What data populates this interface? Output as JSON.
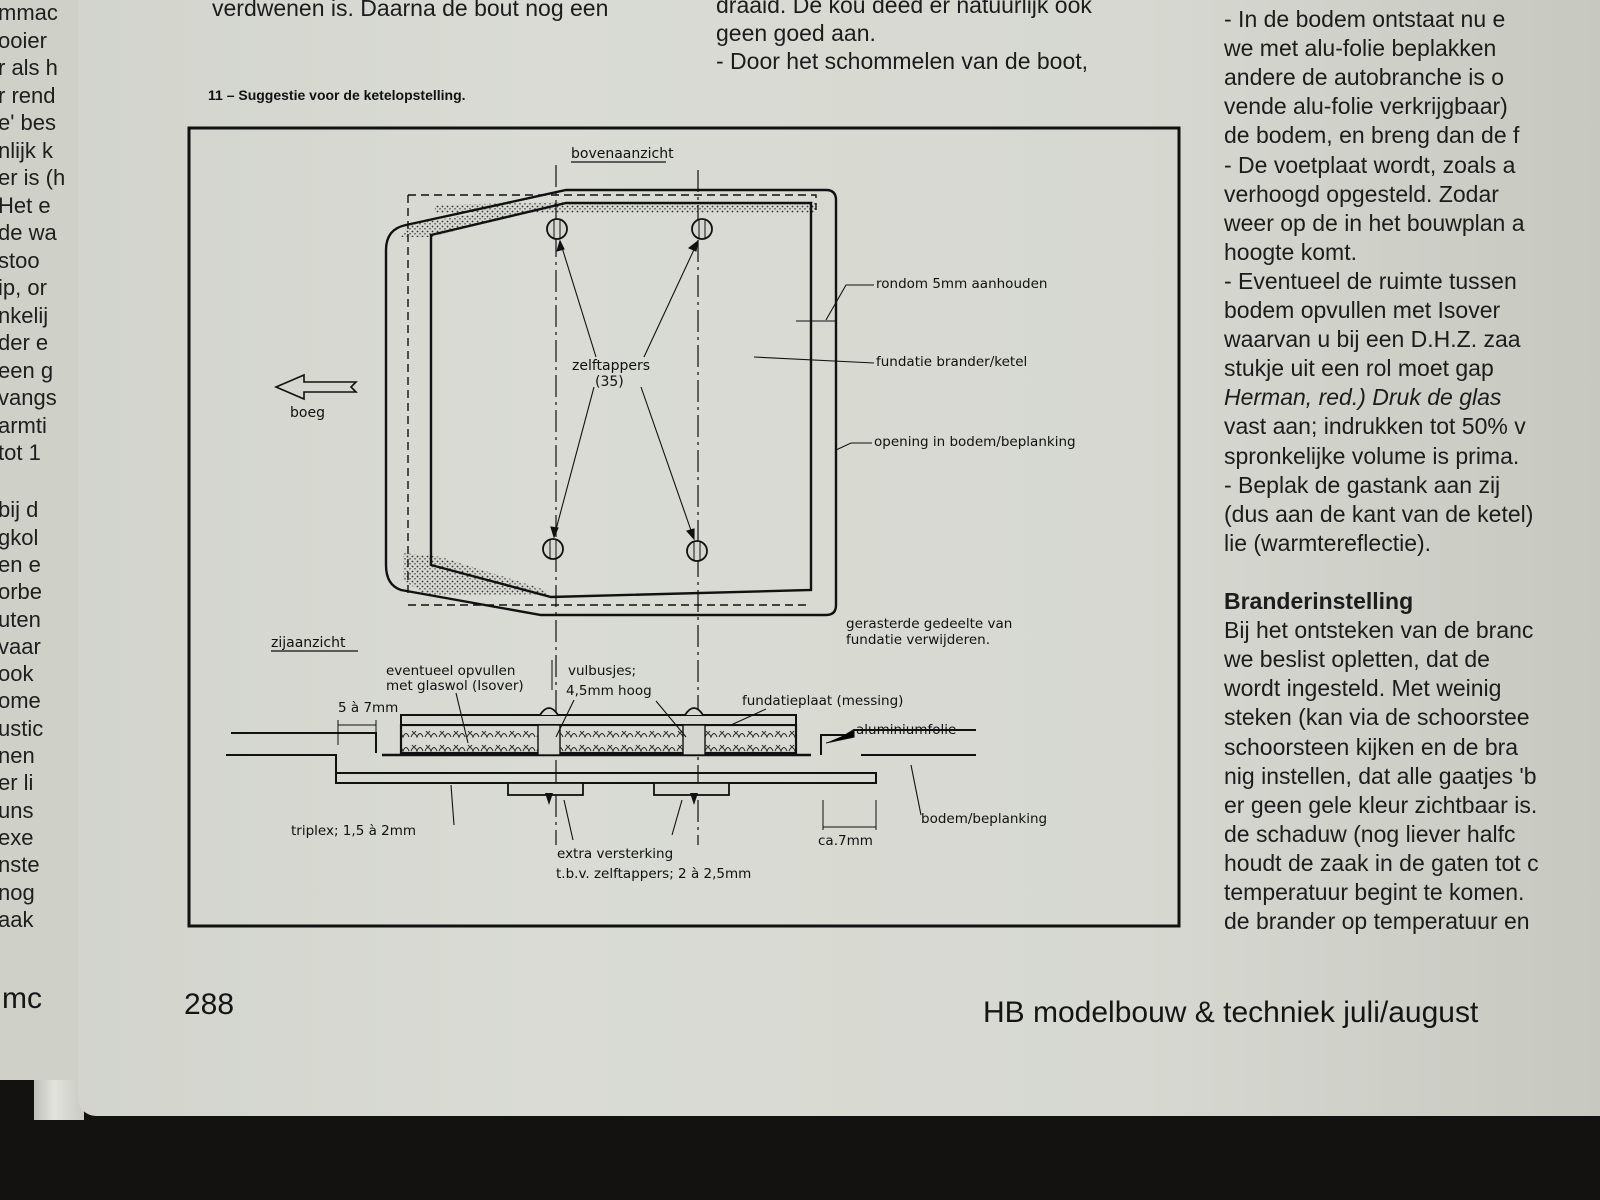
{
  "prev_page_lines": [
    "mmac",
    "ooier",
    "r als h",
    "r rend",
    "e' bes",
    "nlijk k",
    "er is (h",
    "Het e",
    "de wa",
    "stoo",
    "ip, or",
    "nkelij",
    "der e",
    "een g",
    "vangs",
    "armti",
    "tot 1",
    "",
    "bij d",
    "gkol",
    "en e",
    "orbe",
    "uten",
    "vaar",
    "ook",
    "ome",
    "ustic",
    "nen",
    "er li",
    "uns",
    "exe",
    "nste",
    "nog",
    "aak"
  ],
  "prev_page_number": "mc",
  "col_left_top": "verdwenen is. Daarna de bout nog een",
  "col_mid_lines": [
    "draaid. De kou deed er natuurlijk ook",
    "geen goed aan.",
    "- Door het schommelen van de boot,"
  ],
  "col_right_lines": [
    {
      "t": "- In de bodem ontstaat nu e"
    },
    {
      "t": "we met alu-folie beplakken"
    },
    {
      "t": "andere de autobranche is o"
    },
    {
      "t": "vende alu-folie verkrijgbaar)"
    },
    {
      "t": "de bodem, en breng dan de f"
    },
    {
      "t": "- De voetplaat wordt, zoals a"
    },
    {
      "t": "verhoogd opgesteld. Zodar"
    },
    {
      "t": "weer op de in het bouwplan a"
    },
    {
      "t": "hoogte komt."
    },
    {
      "t": "- Eventueel de ruimte tussen"
    },
    {
      "t": "bodem opvullen met Isover"
    },
    {
      "t": "waarvan u bij een D.H.Z. zaa"
    },
    {
      "t": "stukje uit een rol moet gap"
    },
    {
      "t": "Herman, red.) Druk de glas",
      "i": true
    },
    {
      "t": "vast aan; indrukken tot 50% v"
    },
    {
      "t": "spronkelijke volume is prima."
    },
    {
      "t": "- Beplak de gastank aan zij"
    },
    {
      "t": "(dus aan de kant van de ketel)"
    },
    {
      "t": "lie (warmtereflectie)."
    },
    {
      "t": ""
    },
    {
      "t": "Branderinstelling",
      "b": true
    },
    {
      "t": "Bij het ontsteken van de branc"
    },
    {
      "t": "we beslist opletten, dat de"
    },
    {
      "t": "wordt ingesteld. Met weinig"
    },
    {
      "t": "steken (kan via de schoorstee"
    },
    {
      "t": "schoorsteen kijken en de bra"
    },
    {
      "t": "nig instellen, dat alle gaatjes 'b"
    },
    {
      "t": "er geen gele kleur zichtbaar is."
    },
    {
      "t": "de schaduw (nog liever halfc"
    },
    {
      "t": "houdt de zaak in de gaten tot c"
    },
    {
      "t": "temperatuur begint te komen."
    },
    {
      "t": "de brander op temperatuur en"
    }
  ],
  "figure": {
    "caption": "11 – Suggestie voor de ketelopstelling.",
    "top_view_label": "bovenaanzicht",
    "side_view_label": "zijaanzicht",
    "bow_label": "boeg",
    "screws_label_1": "zelftappers",
    "screws_label_2": "(35)",
    "margin_label": "rondom 5mm aanhouden",
    "base_label": "fundatie brander/ketel",
    "opening_label": "opening in bodem/beplanking",
    "hatched_label_1": "gerasterde gedeelte van",
    "hatched_label_2": "fundatie verwijderen.",
    "fill_label_1": "eventueel opvullen",
    "fill_label_2": "met glaswol (Isover)",
    "bushes_label_1": "vulbusjes;",
    "bushes_label_2": "4,5mm hoog",
    "plate_label": "fundatieplaat (messing)",
    "foil_label": "aluminiumfolie",
    "gap_label": "5 à 7mm",
    "triplex_label": "triplex; 1,5 à 2mm",
    "floor_label": "bodem/beplanking",
    "ca_label": "ca.7mm",
    "reinforce_label_1": "extra versterking",
    "reinforce_label_2": "t.b.v. zelftappers; 2 à 2,5mm"
  },
  "page_number": "288",
  "journal_title": "HB modelbouw & techniek juli/august"
}
